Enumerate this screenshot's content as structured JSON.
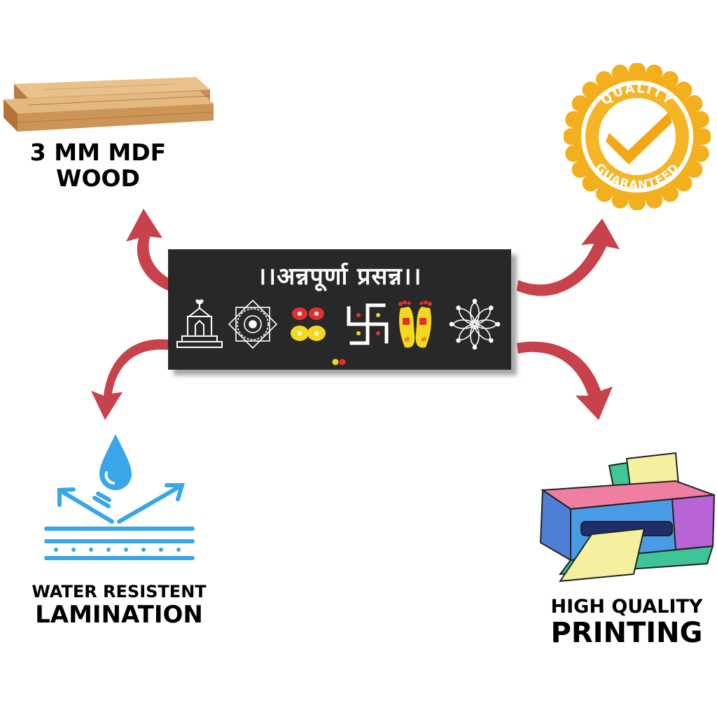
{
  "features": {
    "mdf": {
      "line1": "3 MM MDF",
      "line2": "WOOD"
    },
    "quality": {
      "top_text": "QUALITY",
      "bottom_text": "GUARANTEED"
    },
    "water": {
      "line1": "WATER RESISTENT",
      "line2": "LAMINATION"
    },
    "printing": {
      "line1": "HIGH QUALITY",
      "line2": "PRINTING"
    }
  },
  "sign": {
    "title": "।।अन्नपूर्णा प्रसन्न।।",
    "footprint_text": "श्री"
  },
  "colors": {
    "arrow": "#c7424a",
    "sign_bg": "#282828",
    "gold": "#f2b01e",
    "water_blue": "#3aa6ea",
    "wood": "#d8a86a"
  },
  "icons": [
    "wood-planks-icon",
    "quality-badge-icon",
    "water-drop-icon",
    "printer-icon",
    "temple-icon",
    "rangoli-icon",
    "swastik-icon",
    "footprints-icon",
    "kumkum-dots-icon"
  ]
}
